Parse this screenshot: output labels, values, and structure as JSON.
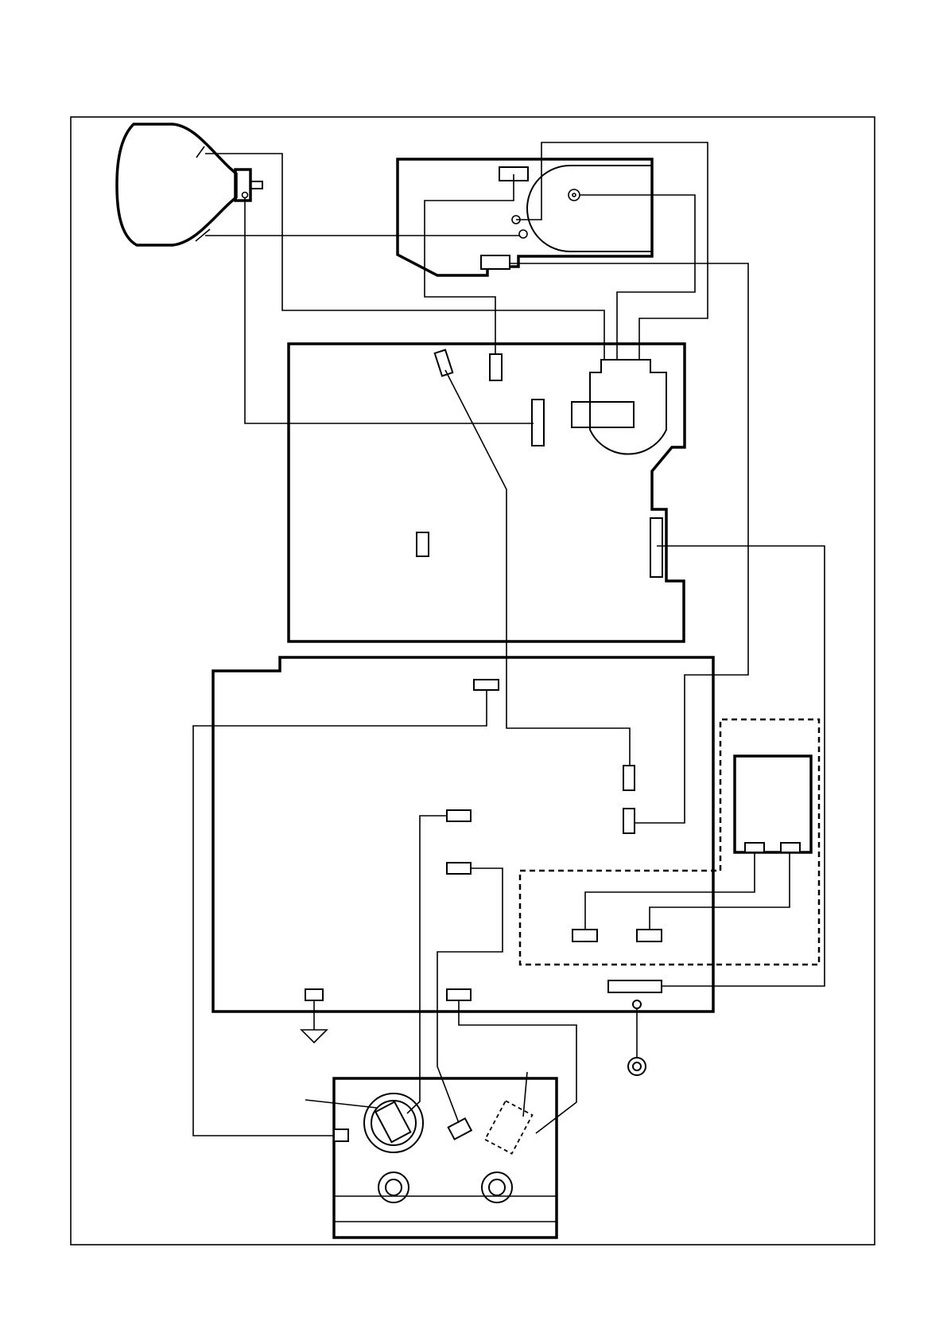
{
  "diagram": {
    "kind": "wiring-layout",
    "components": [
      {
        "id": "crt",
        "icon": "crt-picture-tube-icon"
      },
      {
        "id": "flyback-board",
        "icon": "flyback-transformer-icon"
      },
      {
        "id": "main-chassis-board"
      },
      {
        "id": "lower-main-board"
      },
      {
        "id": "tuner-module"
      },
      {
        "id": "dashed-sub-assembly"
      },
      {
        "id": "tape-deck-mechanism",
        "icon": "cassette-deck-icon"
      },
      {
        "id": "ground-symbol",
        "icon": "ground-icon"
      },
      {
        "id": "jack-terminal",
        "icon": "jack-icon"
      }
    ],
    "line_color": "#000000",
    "background_color": "#ffffff"
  }
}
